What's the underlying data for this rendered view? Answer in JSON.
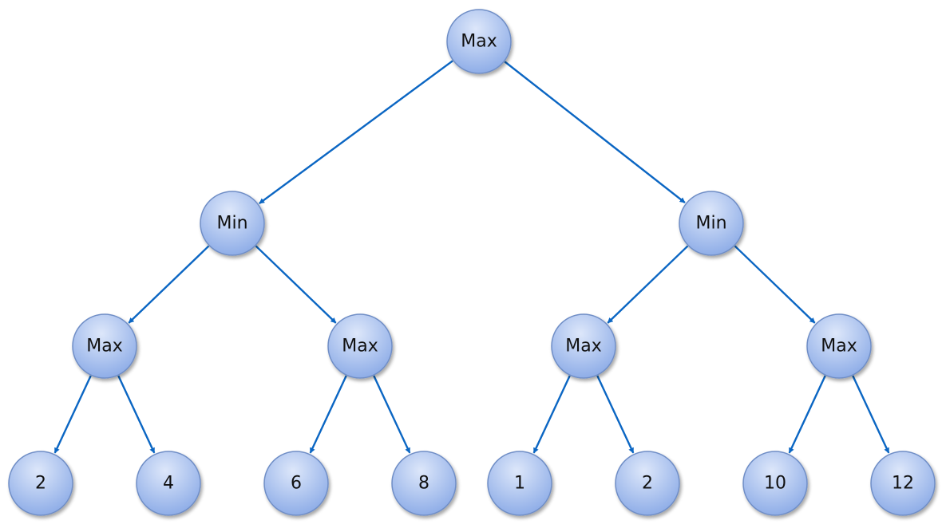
{
  "colors": {
    "edge": "#0b66c3",
    "node_fill_top": "#dde7fa",
    "node_fill_bottom": "#89a9e6",
    "node_stroke": "#6f8ec6"
  },
  "tree": {
    "nodes": [
      {
        "id": "root",
        "label": "Max",
        "level": 0,
        "slot": 0
      },
      {
        "id": "min-left",
        "label": "Min",
        "level": 1,
        "slot": 0
      },
      {
        "id": "min-right",
        "label": "Min",
        "level": 1,
        "slot": 1
      },
      {
        "id": "max-1",
        "label": "Max",
        "level": 2,
        "slot": 0
      },
      {
        "id": "max-2",
        "label": "Max",
        "level": 2,
        "slot": 1
      },
      {
        "id": "max-3",
        "label": "Max",
        "level": 2,
        "slot": 2
      },
      {
        "id": "max-4",
        "label": "Max",
        "level": 2,
        "slot": 3
      },
      {
        "id": "leaf-1",
        "label": "2",
        "level": 3,
        "slot": 0
      },
      {
        "id": "leaf-2",
        "label": "4",
        "level": 3,
        "slot": 1
      },
      {
        "id": "leaf-3",
        "label": "6",
        "level": 3,
        "slot": 2
      },
      {
        "id": "leaf-4",
        "label": "8",
        "level": 3,
        "slot": 3
      },
      {
        "id": "leaf-5",
        "label": "1",
        "level": 3,
        "slot": 4
      },
      {
        "id": "leaf-6",
        "label": "2",
        "level": 3,
        "slot": 5
      },
      {
        "id": "leaf-7",
        "label": "10",
        "level": 3,
        "slot": 6
      },
      {
        "id": "leaf-8",
        "label": "12",
        "level": 3,
        "slot": 7
      }
    ],
    "edges": [
      {
        "from": "root",
        "to": "min-left"
      },
      {
        "from": "root",
        "to": "min-right"
      },
      {
        "from": "min-left",
        "to": "max-1"
      },
      {
        "from": "min-left",
        "to": "max-2"
      },
      {
        "from": "min-right",
        "to": "max-3"
      },
      {
        "from": "min-right",
        "to": "max-4"
      },
      {
        "from": "max-1",
        "to": "leaf-1"
      },
      {
        "from": "max-1",
        "to": "leaf-2"
      },
      {
        "from": "max-2",
        "to": "leaf-3"
      },
      {
        "from": "max-2",
        "to": "leaf-4"
      },
      {
        "from": "max-3",
        "to": "leaf-5"
      },
      {
        "from": "max-3",
        "to": "leaf-6"
      },
      {
        "from": "max-4",
        "to": "leaf-7"
      },
      {
        "from": "max-4",
        "to": "leaf-8"
      }
    ]
  }
}
